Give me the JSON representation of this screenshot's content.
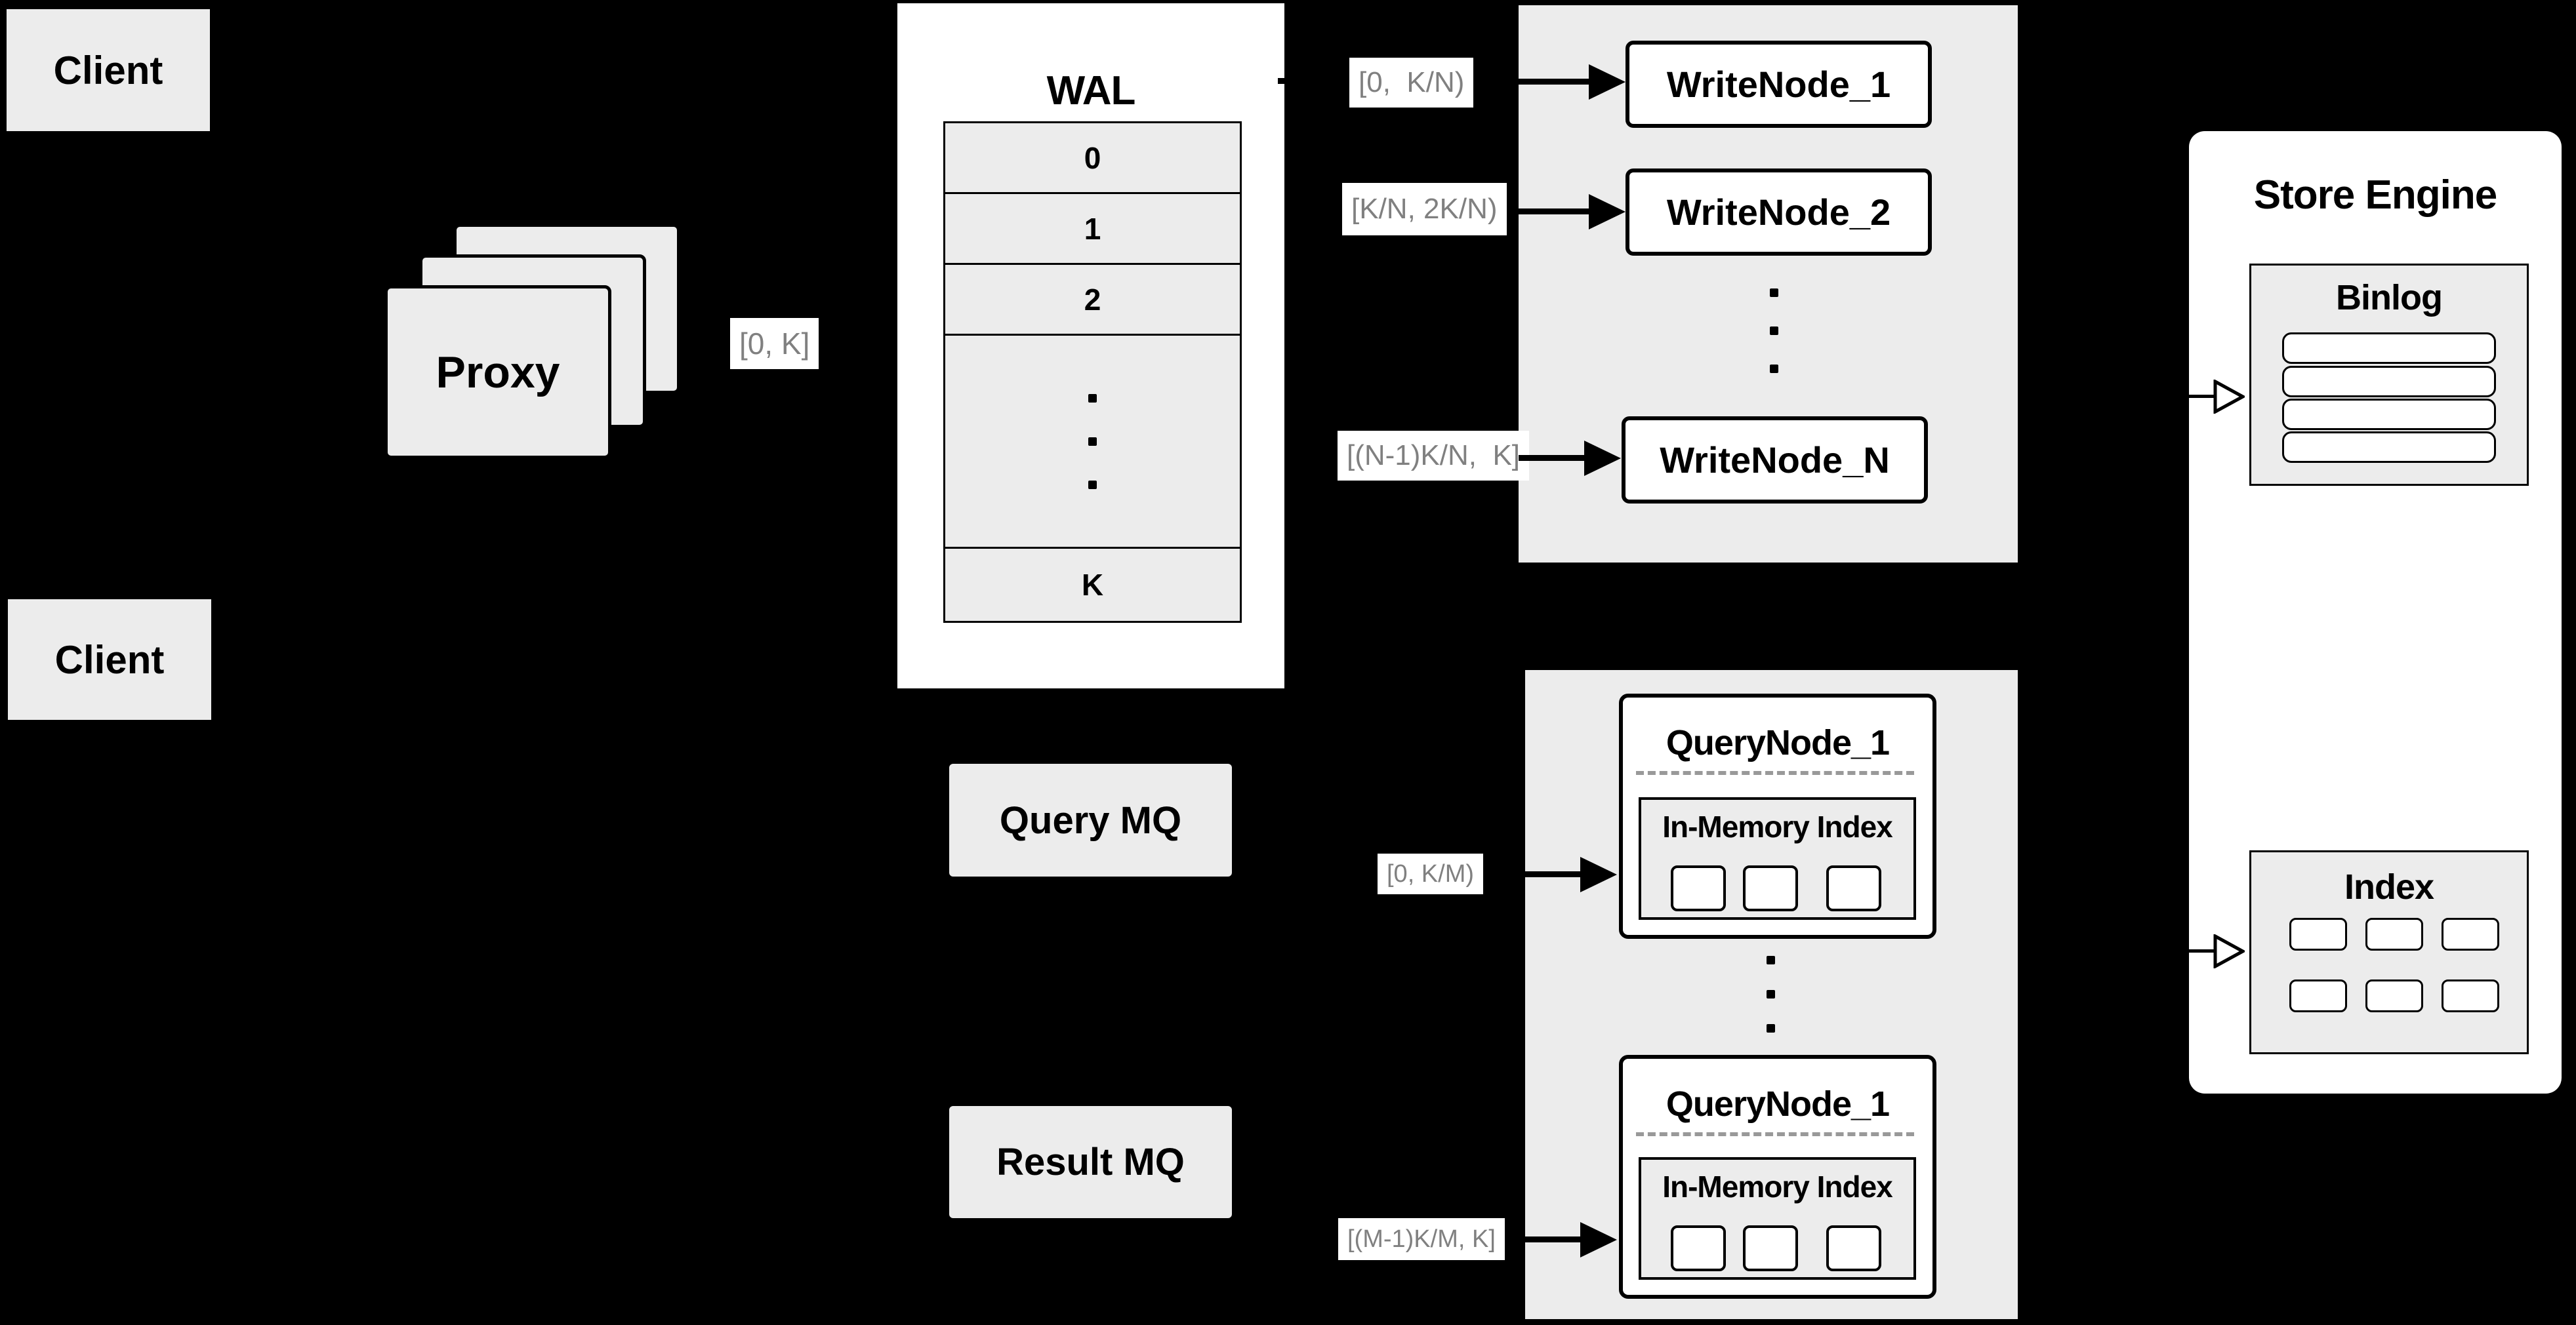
{
  "colors": {
    "background": "#000000",
    "panel_gray": "#ececec",
    "box_gray": "#ececec",
    "white": "#ffffff",
    "black": "#000000",
    "chip_text": "#808080",
    "dashed_line": "#999999"
  },
  "clients": {
    "top_label": "Client",
    "bottom_label": "Client"
  },
  "proxy": {
    "label": "Proxy",
    "range_chip": "[0, K]"
  },
  "wal": {
    "title": "WAL",
    "rows": [
      "0",
      "1",
      "2"
    ],
    "last_row": "K"
  },
  "write_cluster": {
    "chips": [
      "[0,  K/N)",
      "[K/N, 2K/N)",
      "[(N-1)K/N,  K]"
    ],
    "nodes": [
      "WriteNode_1",
      "WriteNode_2",
      "WriteNode_N"
    ]
  },
  "mq": {
    "query_label": "Query MQ",
    "result_label": "Result MQ"
  },
  "query_cluster": {
    "chips": [
      "[0, K/M)",
      "[(M-1)K/M, K]"
    ],
    "nodes": [
      {
        "title": "QueryNode_1",
        "subtitle": "In-Memory Index"
      },
      {
        "title": "QueryNode_1",
        "subtitle": "In-Memory Index"
      }
    ]
  },
  "store": {
    "title": "Store Engine",
    "binlog_title": "Binlog",
    "index_title": "Index"
  }
}
